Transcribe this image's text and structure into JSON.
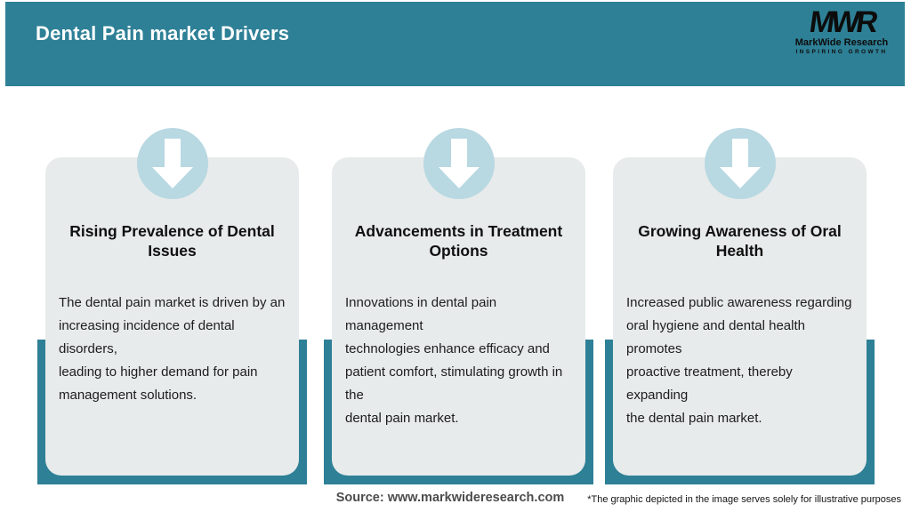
{
  "header": {
    "title": "Dental Pain market Drivers"
  },
  "logo": {
    "monogram": "MWR",
    "name": "MarkWide Research",
    "tagline": "INSPIRING GROWTH"
  },
  "cards": [
    {
      "icon": "down-arrow-icon",
      "title": "Rising Prevalence of Dental\nIssues",
      "body": "The dental pain market is driven by an\nincreasing incidence of dental disorders,\nleading to higher demand for pain\nmanagement solutions."
    },
    {
      "icon": "down-arrow-icon",
      "title": "Advancements in Treatment\nOptions",
      "body": "Innovations in dental pain management\ntechnologies enhance efficacy and\npatient comfort, stimulating growth in the\ndental pain market."
    },
    {
      "icon": "down-arrow-icon",
      "title": "Growing Awareness of Oral\nHealth",
      "body": "Increased public awareness regarding\noral hygiene and dental health promotes\nproactive treatment, thereby expanding\nthe dental pain market."
    }
  ],
  "footer": {
    "source": "Source: www.markwideresearch.com",
    "disclaimer": "*The graphic depicted in the image serves solely for illustrative purposes"
  },
  "colors": {
    "teal": "#2e8096",
    "circle_blue": "#b8d8e2",
    "card_bg": "#e7ebeb",
    "header_text": "#ffffff"
  }
}
